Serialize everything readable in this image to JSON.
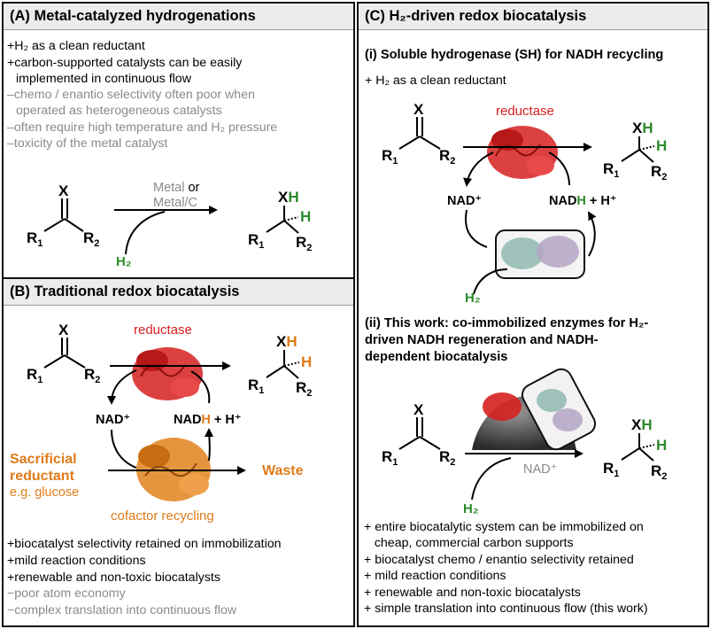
{
  "panel_a": {
    "title": "(A) Metal-catalyzed hydrogenations",
    "items": [
      {
        "sign": "+",
        "text": "H₂ as a clean reductant",
        "kind": "pro"
      },
      {
        "sign": "+",
        "text": "carbon-supported catalysts can be easily",
        "kind": "pro"
      },
      {
        "sign": "",
        "text": "implemented in continuous flow",
        "kind": "pro"
      },
      {
        "sign": "–",
        "text": "chemo / enantio selectivity often poor when",
        "kind": "con"
      },
      {
        "sign": "",
        "text": "operated as  heterogeneous catalysts",
        "kind": "con"
      },
      {
        "sign": "–",
        "text": "often require high temperature and H₂ pressure",
        "kind": "con"
      },
      {
        "sign": "–",
        "text": "toxicity of the metal catalyst",
        "kind": "con"
      }
    ],
    "scheme": {
      "metal": "Metal",
      "or": " or",
      "metal_c": "Metal/C",
      "h2": "H₂"
    }
  },
  "panel_b": {
    "title": "(B) Traditional redox biocatalysis",
    "scheme": {
      "reductase": "reductase",
      "nad_plus": "NAD⁺",
      "nadh": "NADH",
      "plus_h": " + H⁺",
      "sacrificial_1": "Sacrificial",
      "sacrificial_2": "reductant",
      "eg": "e.g. glucose",
      "waste": "Waste",
      "cofactor": "cofactor recycling"
    },
    "items": [
      {
        "sign": "+",
        "text": "biocatalyst selectivity retained on immobilization",
        "kind": "pro"
      },
      {
        "sign": "+",
        "text": "mild reaction conditions",
        "kind": "pro"
      },
      {
        "sign": "+",
        "text": "renewable and non-toxic biocatalysts",
        "kind": "pro"
      },
      {
        "sign": "−",
        "text": "poor atom economy",
        "kind": "con"
      },
      {
        "sign": "−",
        "text": "complex translation into continuous flow",
        "kind": "con"
      }
    ]
  },
  "panel_c": {
    "title": "(C) H₂-driven redox biocatalysis",
    "sub_i_title": "(i) Soluble hydrogenase (SH) for NADH recycling",
    "sub_i_item": "+ H₂ as a clean reductant",
    "scheme_i": {
      "reductase": "reductase",
      "nad_plus": "NAD⁺",
      "nadh": "NADH",
      "plus_h": " + H⁺",
      "h2": "H₂"
    },
    "sub_ii_title_lines": [
      "(ii) This work: co-immobilized enzymes for H₂-",
      "driven NADH regeneration and NADH-",
      "dependent biocatalysis"
    ],
    "scheme_ii": {
      "nad_plus": "NAD⁺",
      "h2": "H₂"
    },
    "items": [
      "+ entire biocatalytic system can be immobilized on",
      "   cheap, commercial carbon supports",
      "+ biocatalyst chemo / enantio selectivity retained",
      "+ mild reaction conditions",
      "+ renewable and non-toxic biocatalysts",
      "+ simple translation into continuous flow (this work)"
    ]
  },
  "molecule": {
    "x": "X",
    "r1": "R",
    "r2": "R",
    "sub1": "1",
    "sub2": "2",
    "h": "H"
  },
  "colors": {
    "green": "#2e8b2e",
    "orange": "#e07b1a",
    "red": "#d62020",
    "grey_text": "#8a8a8a",
    "header_bg": "#ececec"
  }
}
